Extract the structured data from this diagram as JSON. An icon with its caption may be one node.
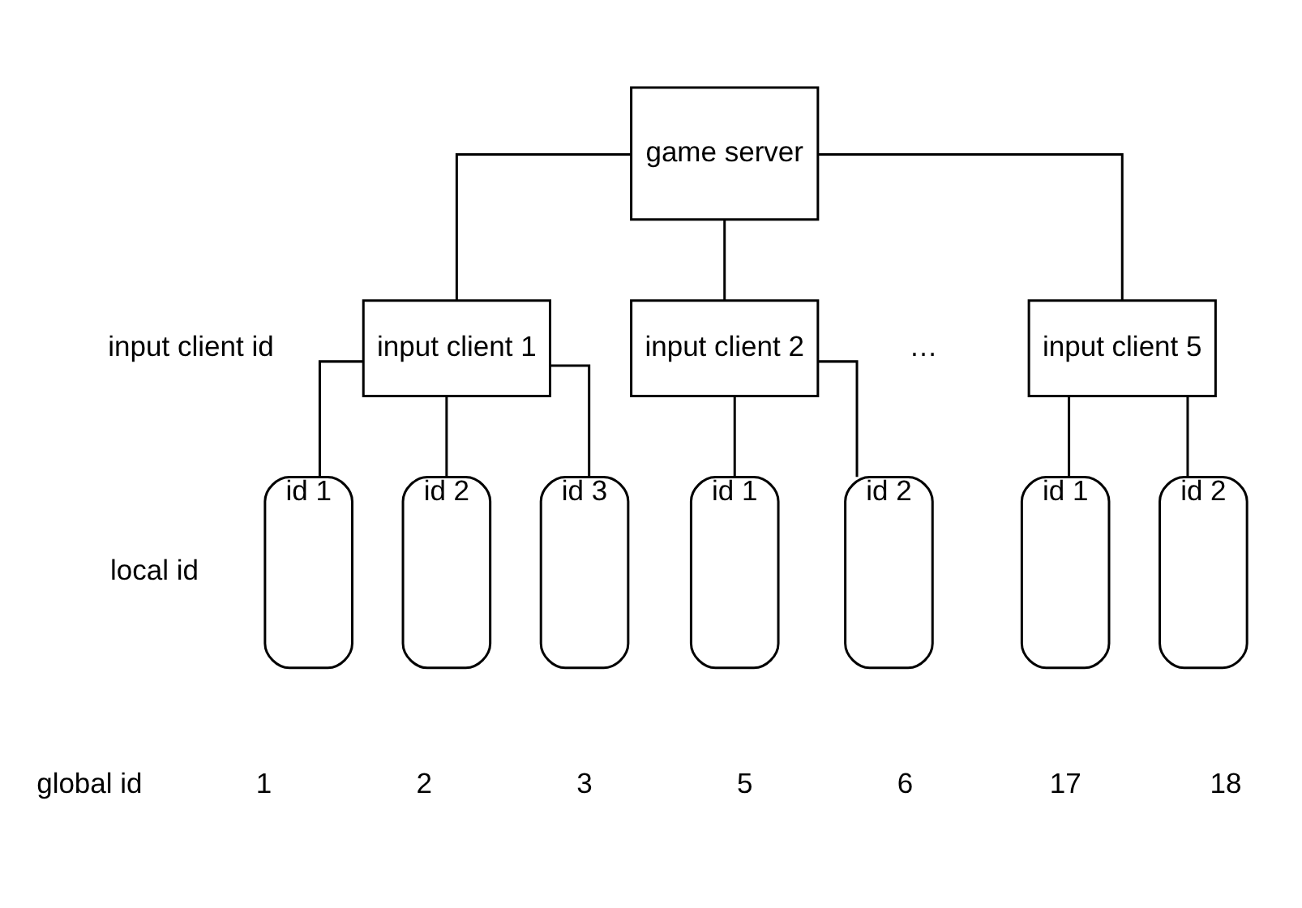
{
  "diagram": {
    "nodes": [
      {
        "text": [
          "game server"
        ]
      },
      {
        "text": [
          "input client 1"
        ]
      },
      {
        "text": [
          "input client 2"
        ]
      },
      {
        "text": [
          "input client 5"
        ]
      },
      {
        "text": [
          "id 1"
        ],
        "beside": [
          "1"
        ]
      },
      {
        "text": [
          "id 2"
        ],
        "beside": [
          "2"
        ]
      },
      {
        "text": [
          "id 3"
        ],
        "beside": [
          "3"
        ]
      },
      {
        "text": [
          "id 1"
        ],
        "beside": [
          "5"
        ]
      },
      {
        "text": [
          "id 2"
        ],
        "beside": [
          "6"
        ]
      },
      {
        "text": [
          "id 1"
        ],
        "beside": [
          "17"
        ]
      },
      {
        "text": [
          "id 2"
        ],
        "beside": [
          "18"
        ]
      }
    ],
    "edges": [
      {
        "from": 0,
        "to": 1,
        "arrow": "none"
      },
      {
        "from": 0,
        "to": 2,
        "arrow": "none"
      },
      {
        "from": 0,
        "to": 3,
        "arrow": "none"
      },
      {
        "from": 1,
        "to": 4,
        "arrow": "none"
      },
      {
        "from": 1,
        "to": 5,
        "arrow": "none"
      },
      {
        "from": 1,
        "to": 6,
        "arrow": "none"
      },
      {
        "from": 2,
        "to": 7,
        "arrow": "none"
      },
      {
        "from": 2,
        "to": 8,
        "arrow": "none"
      },
      {
        "from": 3,
        "to": 9,
        "arrow": "none"
      },
      {
        "from": 3,
        "to": 10,
        "arrow": "none"
      }
    ],
    "labels": [
      "input client id",
      "…",
      "local id",
      "global id"
    ]
  }
}
